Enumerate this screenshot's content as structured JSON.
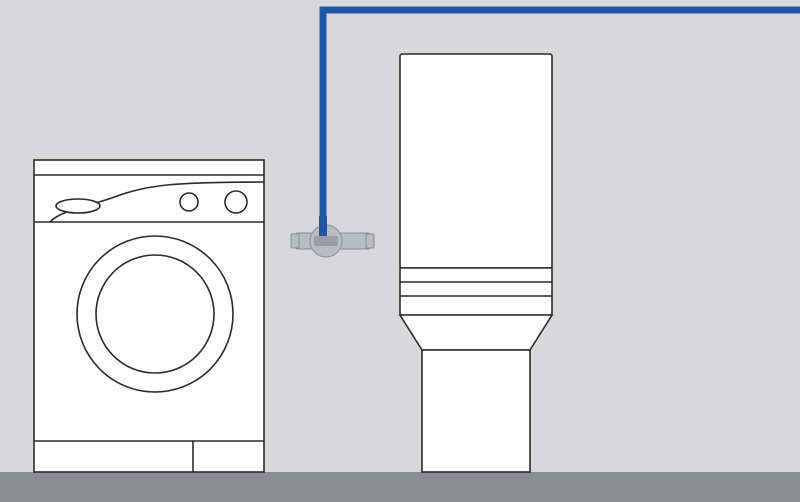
{
  "scene": {
    "wall_color": "#d8d8da",
    "floor_color": "#8d8e92",
    "outline_color": "#2b2b2b",
    "fixture_fill": "#ffffff",
    "pipe_color": "#1d57a6",
    "valve_color": "#b9bcc2"
  },
  "objects": [
    {
      "name": "washing-machine",
      "icon": "washing-machine-icon"
    },
    {
      "name": "water-pipe",
      "icon": "water-pipe-icon"
    },
    {
      "name": "pipe-tee-valve",
      "icon": "valve-icon"
    },
    {
      "name": "toilet",
      "icon": "toilet-icon"
    }
  ]
}
